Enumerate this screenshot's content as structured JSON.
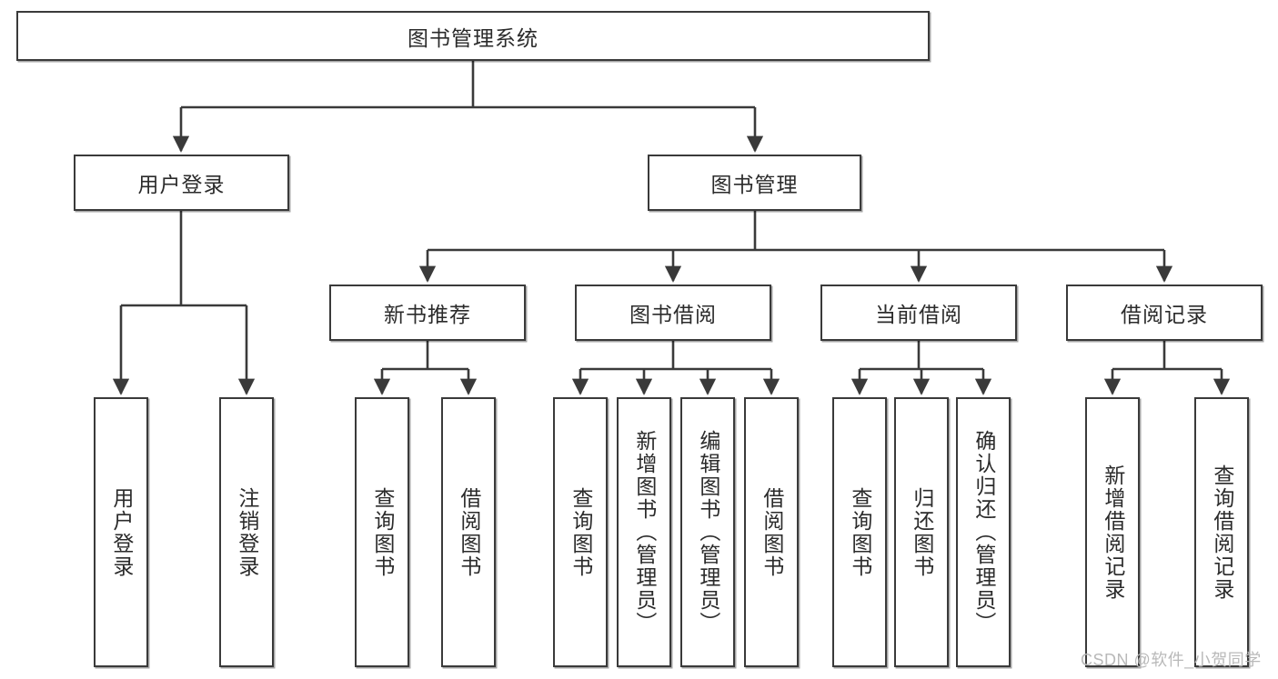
{
  "diagram": {
    "title": "图书管理系统",
    "root": {
      "label": "图书管理系统"
    },
    "level2": [
      {
        "label": "用户登录"
      },
      {
        "label": "图书管理"
      }
    ],
    "level3": [
      {
        "label": "新书推荐"
      },
      {
        "label": "图书借阅"
      },
      {
        "label": "当前借阅"
      },
      {
        "label": "借阅记录"
      }
    ],
    "leaves": {
      "user_login": [
        {
          "label": "用户登录"
        },
        {
          "label": "注销登录"
        }
      ],
      "new_book_recommend": [
        {
          "label": "查询图书"
        },
        {
          "label": "借阅图书"
        }
      ],
      "book_borrow": [
        {
          "label": "查询图书"
        },
        {
          "label": "新增图书（管理员）"
        },
        {
          "label": "编辑图书（管理员）"
        },
        {
          "label": "借阅图书"
        }
      ],
      "current_borrow": [
        {
          "label": "查询图书"
        },
        {
          "label": "归还图书"
        },
        {
          "label": "确认归还（管理员）"
        }
      ],
      "borrow_record": [
        {
          "label": "新增借阅记录"
        },
        {
          "label": "查询借阅记录"
        }
      ]
    }
  },
  "watermark": {
    "text": "CSDN @软件_小贺同学"
  },
  "colors": {
    "stroke": "#3a3a3a",
    "background": "#ffffff",
    "text": "#2b2b2b",
    "watermark": "#b9b9b9"
  }
}
